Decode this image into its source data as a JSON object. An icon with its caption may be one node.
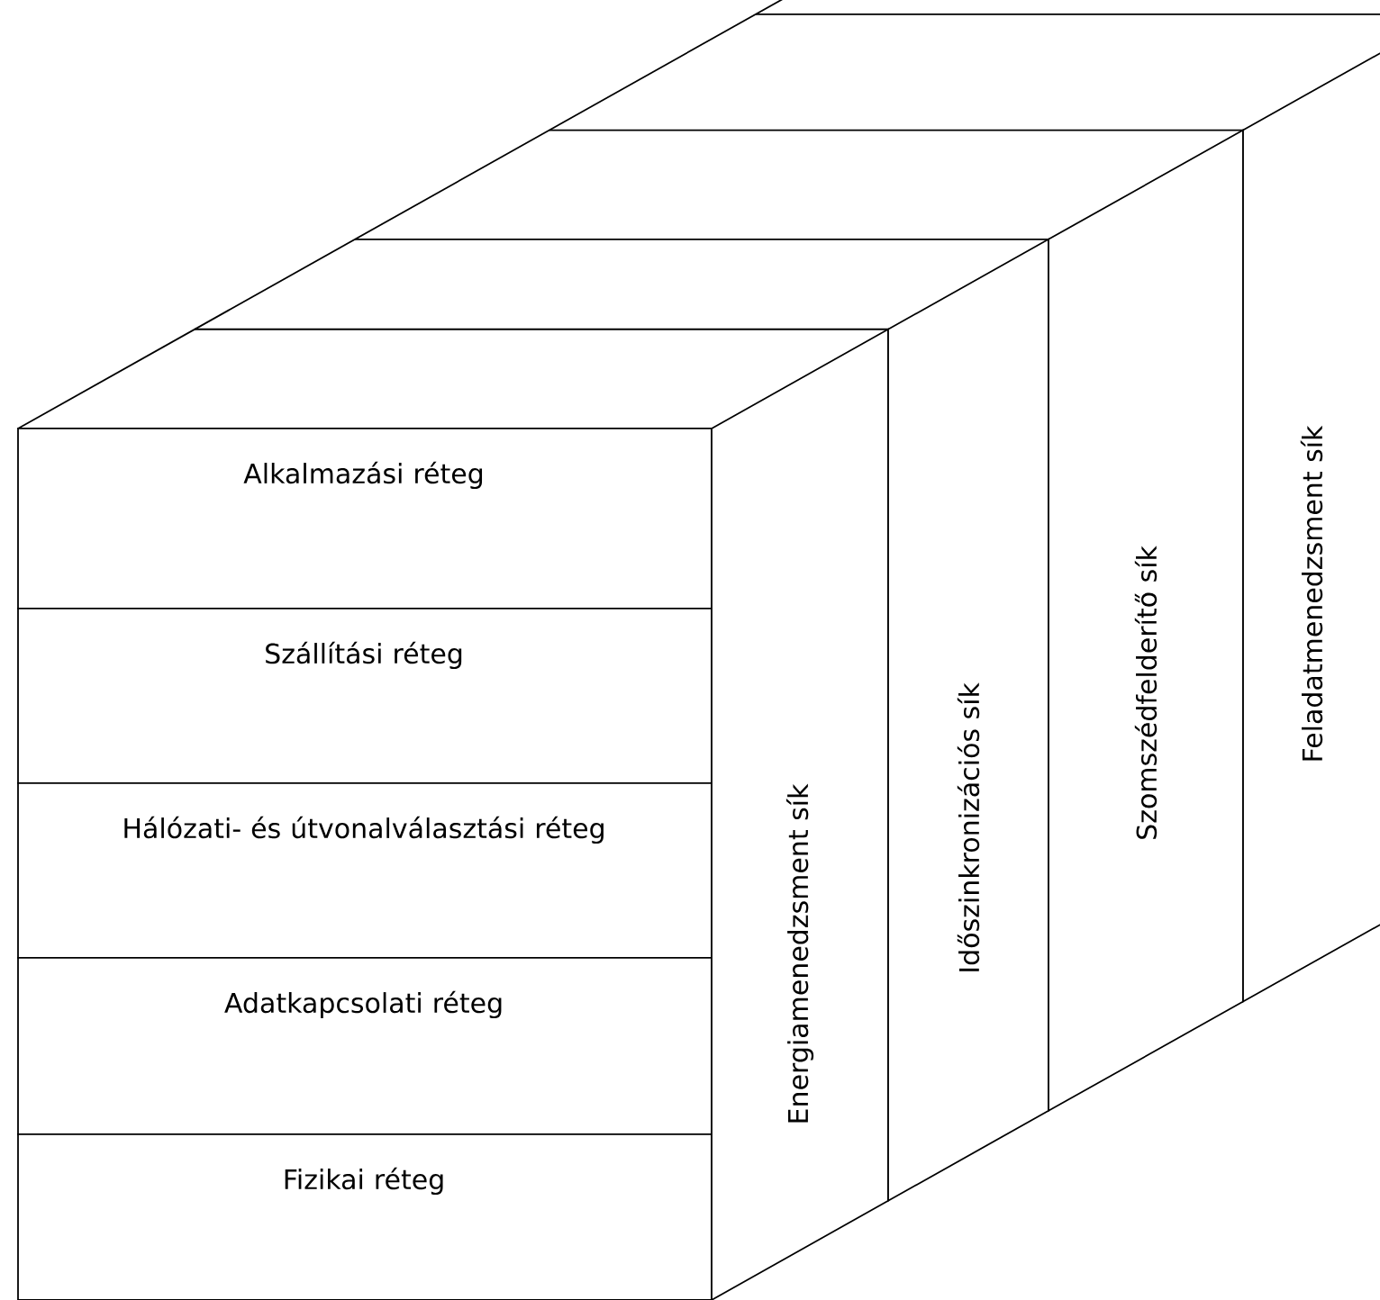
{
  "diagram": {
    "nodes": [
      {
        "text": [
          "Alkalmazási réteg"
        ]
      },
      {
        "text": [
          "Szállítási réteg"
        ]
      },
      {
        "text": [
          "Hálózati- és útvonalválasztási réteg"
        ]
      },
      {
        "text": [
          "Adatkapcsolati réteg"
        ]
      },
      {
        "text": [
          "Fizikai réteg"
        ]
      },
      {
        "text": [
          "Energiamenedzsment sík"
        ]
      },
      {
        "text": [
          "Időszinkronizációs sík"
        ]
      },
      {
        "text": [
          "Szomszédfelderítő sík"
        ]
      },
      {
        "text": [
          "Feladatmenedzsment sík"
        ]
      }
    ],
    "edges": []
  }
}
